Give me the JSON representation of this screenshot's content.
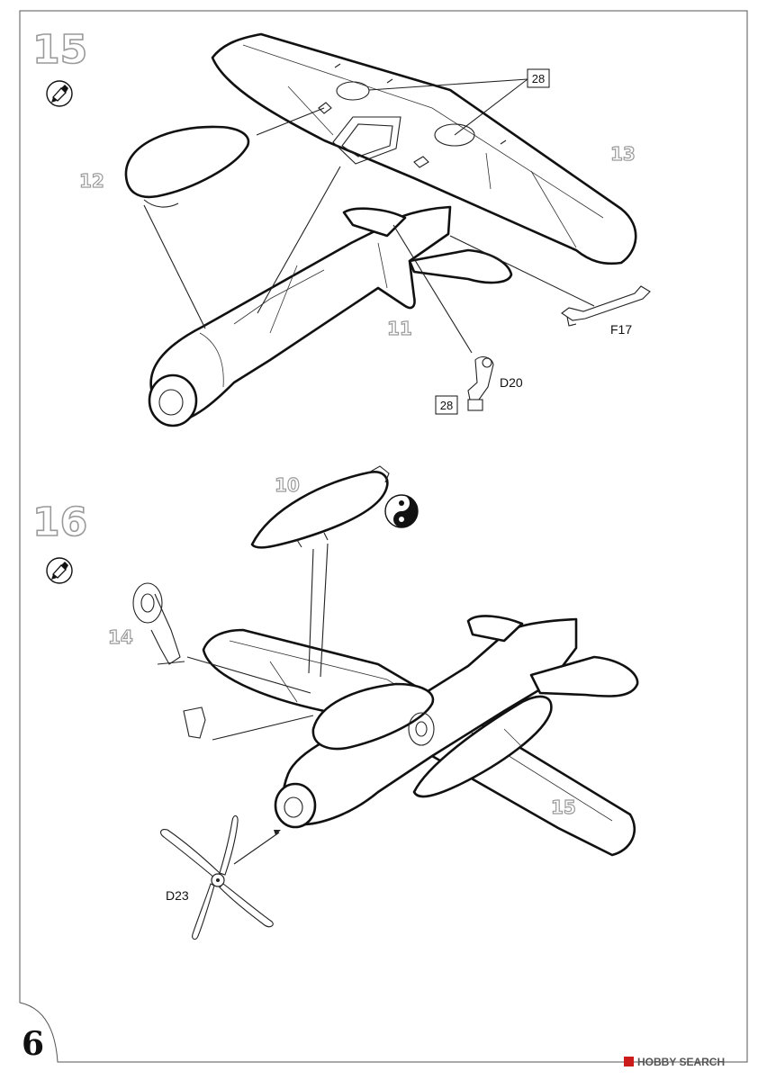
{
  "page": {
    "number": "6"
  },
  "steps": [
    {
      "number": "15",
      "glue_icon": "cement-tube-icon",
      "parts": [
        {
          "id": "p12",
          "label": "12"
        },
        {
          "id": "p13",
          "label": "13"
        },
        {
          "id": "p11",
          "label": "11"
        },
        {
          "id": "pF17",
          "label": "F17"
        },
        {
          "id": "pD20",
          "label": "D20"
        }
      ],
      "callouts": [
        "28",
        "28"
      ]
    },
    {
      "number": "16",
      "glue_icon": "cement-tube-icon",
      "paint_icon": "yin-yang-paint-icon",
      "parts": [
        {
          "id": "p10",
          "label": "10"
        },
        {
          "id": "p14",
          "label": "14"
        },
        {
          "id": "p15",
          "label": "15"
        },
        {
          "id": "pD23",
          "label": "D23"
        }
      ]
    }
  ],
  "watermark": {
    "text": "HOBBY SEARCH"
  }
}
